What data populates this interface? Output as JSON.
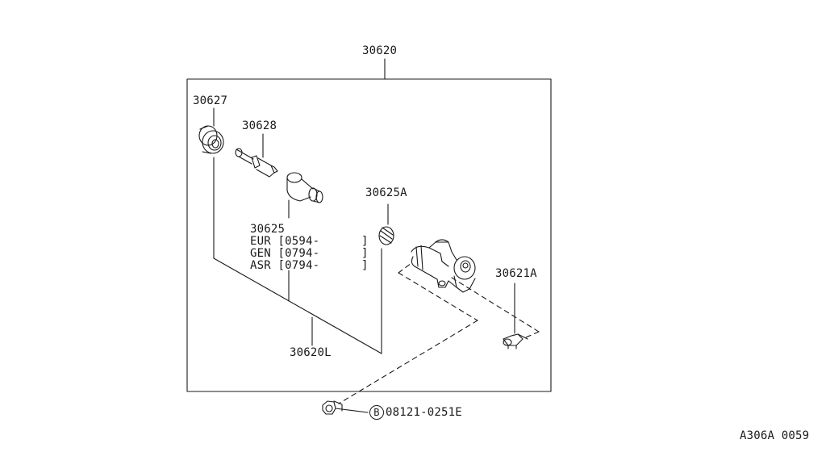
{
  "labels": {
    "assembly": "30620",
    "seal_kit": "30627",
    "push_rod": "30628",
    "piston": "30625",
    "piston_variants": [
      "EUR [0594-      ]",
      "GEN [0794-      ]",
      "ASR [0794-      ]"
    ],
    "bleeder": "30625A",
    "bleeder_screw": "30621A",
    "repair_kit": "30620L",
    "bolt_marker": "B",
    "bolt": "08121-0251E"
  },
  "figure_id": "A306A 0059",
  "colors": {
    "line": "#1a1a1a",
    "background": "#ffffff"
  }
}
